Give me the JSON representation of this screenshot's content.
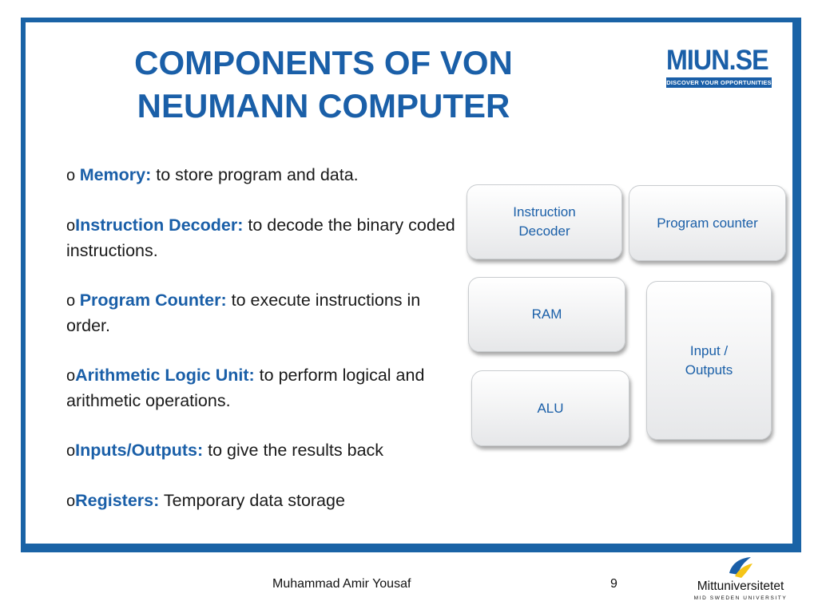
{
  "slide": {
    "title": "COMPONENTS OF VON NEUMANN COMPUTER",
    "logo": {
      "text": "MIUN.SE",
      "tagline": "DISCOVER YOUR OPPORTUNITIES"
    },
    "bullets": [
      {
        "marker": "o ",
        "term": "Memory:",
        "desc": " to store program and data."
      },
      {
        "marker": "o",
        "term": "Instruction Decoder:",
        "desc": " to decode the binary coded instructions."
      },
      {
        "marker": "o ",
        "term": "Program Counter:",
        "desc": " to execute instructions in order."
      },
      {
        "marker": "o",
        "term": "Arithmetic Logic Unit:",
        "desc": " to perform logical and arithmetic operations."
      },
      {
        "marker": "o",
        "term": "Inputs/Outputs:",
        "desc": " to give the results back"
      },
      {
        "marker": "o",
        "term": "Registers:",
        "desc": " Temporary data storage"
      }
    ],
    "boxes": {
      "instruction_decoder": "Instruction\nDecoder",
      "program_counter": "Program counter",
      "ram": "RAM",
      "input_outputs": "Input /\nOutputs",
      "alu": "ALU"
    }
  },
  "footer": {
    "author": "Muhammad Amir Yousaf",
    "page": "9",
    "university": "Mittuniversitetet",
    "university_sub": "MID SWEDEN UNIVERSITY"
  },
  "colors": {
    "accent": "#1a5fa8",
    "frame": "#1a63a6",
    "logo_yellow": "#f5c518"
  }
}
